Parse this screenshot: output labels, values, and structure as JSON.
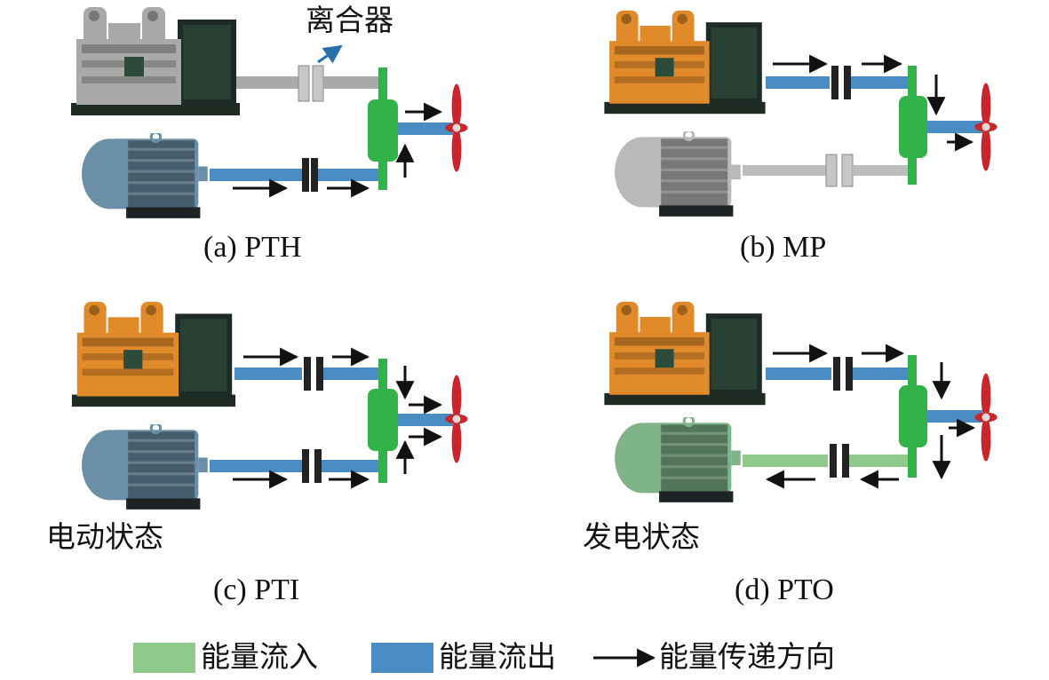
{
  "labels": {
    "clutch": "离合器",
    "panel_a": "(a) PTH",
    "panel_b": "(b) MP",
    "panel_c": "(c) PTI",
    "panel_d": "(d) PTO",
    "state_c": "电动状态",
    "state_d": "发电状态"
  },
  "legend": {
    "inflow": "能量流入",
    "outflow": "能量流出",
    "direction": "能量传递方向"
  },
  "colors": {
    "inflow_green": "#8fca8a",
    "outflow_blue": "#4a8cc4",
    "gearbox_green": "#34b24a",
    "propeller_red": "#c8262b",
    "engine_orange": "#e08a2a",
    "engine_gray": "#a9aaa8",
    "motor_blue": "#6b8fa6",
    "motor_gray": "#b9b9b9",
    "motor_green": "#7fb48b",
    "clutch_black": "#222222"
  }
}
